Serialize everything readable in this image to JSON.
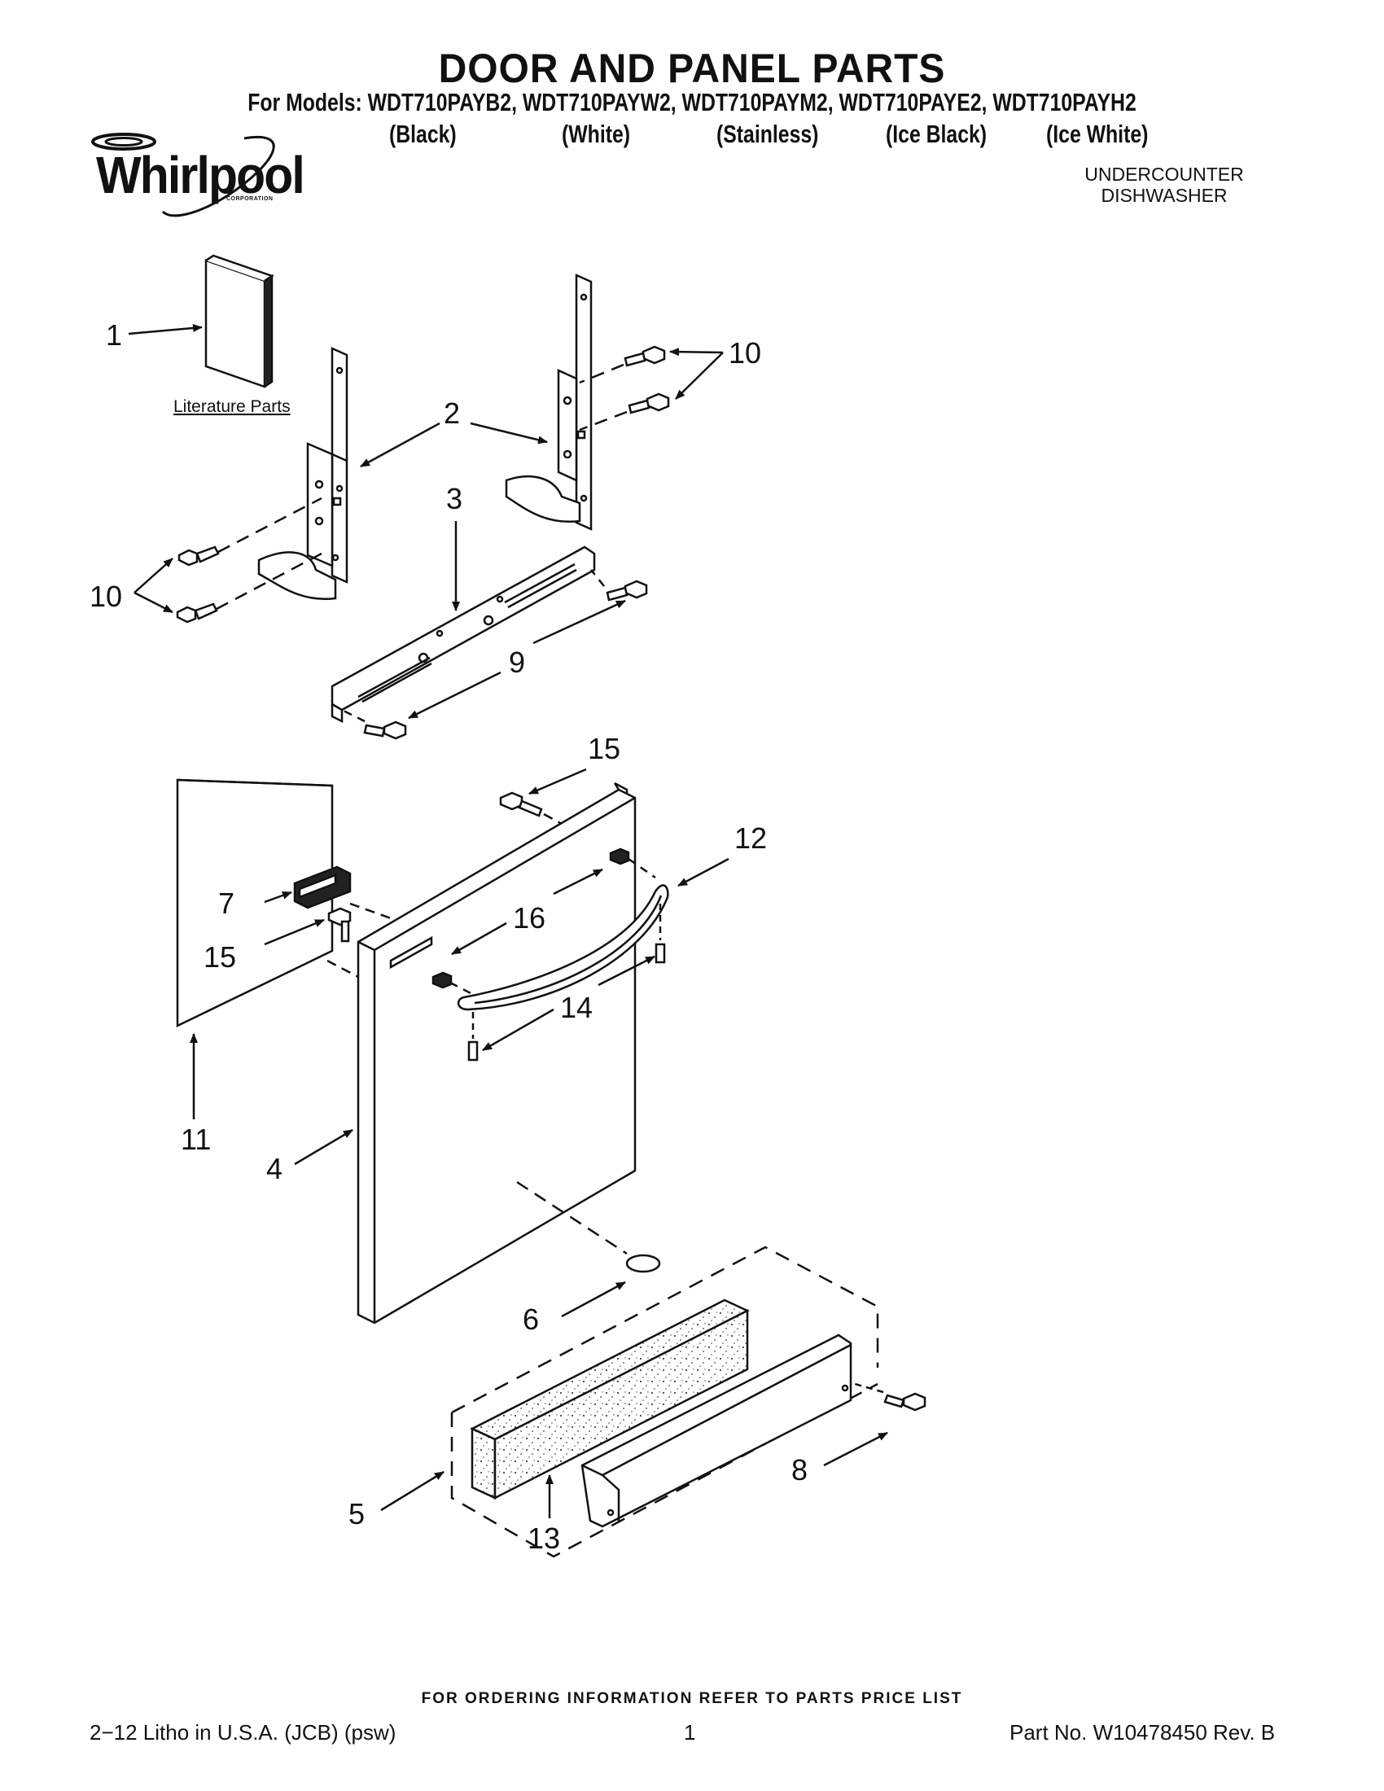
{
  "header": {
    "title": "DOOR AND PANEL PARTS",
    "models": "For Models: WDT710PAYB2, WDT710PAYW2, WDT710PAYM2, WDT710PAYE2, WDT710PAYH2",
    "colors": [
      "(Black)",
      "(White)",
      "(Stainless)",
      "(Ice Black)",
      "(Ice White)"
    ],
    "product_line1": "UNDERCOUNTER",
    "product_line2": "DISHWASHER"
  },
  "logo": {
    "word": "Whirlpool",
    "sub": "CORPORATION"
  },
  "diagram": {
    "literature_label": "Literature Parts",
    "callouts": [
      "1",
      "2",
      "3",
      "4",
      "5",
      "6",
      "7",
      "8",
      "9",
      "10",
      "10",
      "11",
      "12",
      "13",
      "14",
      "15",
      "15",
      "16"
    ]
  },
  "footer": {
    "ordering": "FOR ORDERING INFORMATION REFER TO PARTS PRICE LIST",
    "litho": "2−12 Litho in U.S.A. (JCB) (psw)",
    "page": "1",
    "part_no": "Part No. W10478450 Rev. B"
  }
}
